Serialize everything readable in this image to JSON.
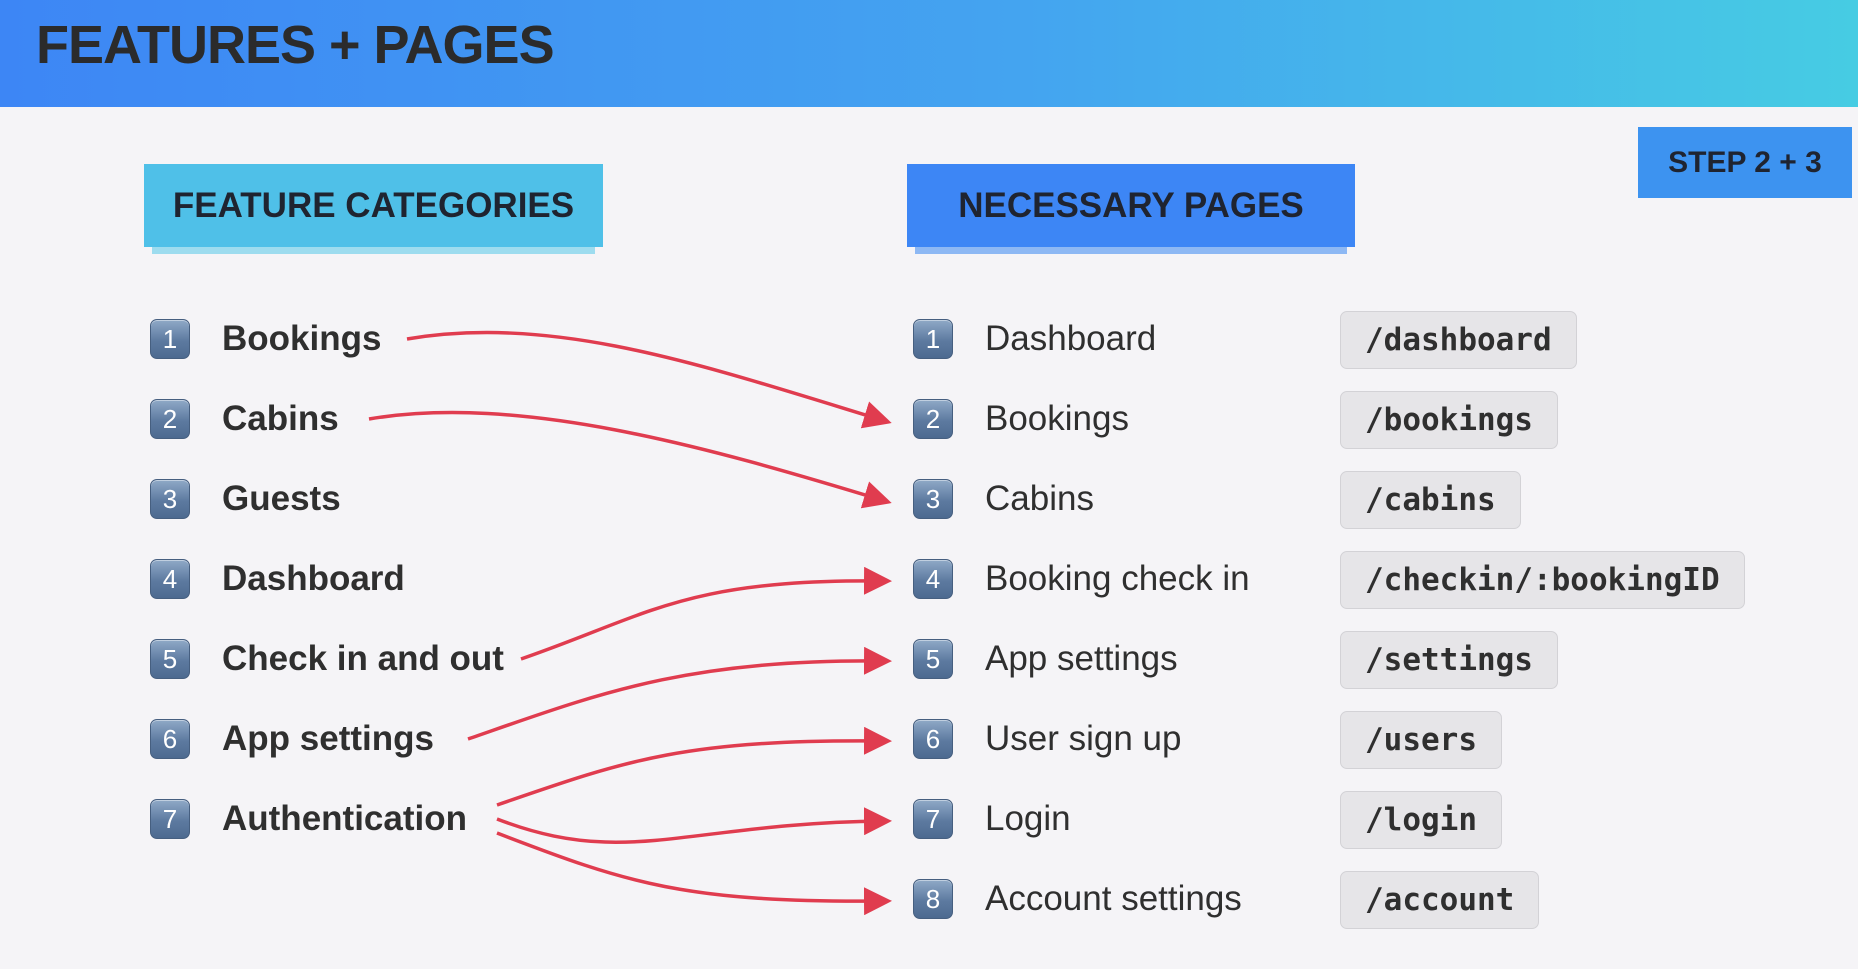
{
  "header": {
    "title": "FEATURES + PAGES"
  },
  "step_badge": "STEP 2 + 3",
  "feature_categories": {
    "title": "FEATURE CATEGORIES",
    "items": [
      {
        "number": "1",
        "label": "Bookings"
      },
      {
        "number": "2",
        "label": "Cabins"
      },
      {
        "number": "3",
        "label": "Guests"
      },
      {
        "number": "4",
        "label": "Dashboard"
      },
      {
        "number": "5",
        "label": "Check in and out"
      },
      {
        "number": "6",
        "label": "App settings"
      },
      {
        "number": "7",
        "label": "Authentication"
      }
    ]
  },
  "necessary_pages": {
    "title": "NECESSARY PAGES",
    "items": [
      {
        "number": "1",
        "label": "Dashboard",
        "route": "/dashboard"
      },
      {
        "number": "2",
        "label": "Bookings",
        "route": "/bookings"
      },
      {
        "number": "3",
        "label": "Cabins",
        "route": "/cabins"
      },
      {
        "number": "4",
        "label": "Booking check in",
        "route": "/checkin/:bookingID"
      },
      {
        "number": "5",
        "label": "App settings",
        "route": "/settings"
      },
      {
        "number": "6",
        "label": "User sign up",
        "route": "/users"
      },
      {
        "number": "7",
        "label": "Login",
        "route": "/login"
      },
      {
        "number": "8",
        "label": "Account settings",
        "route": "/account"
      }
    ]
  },
  "connections": [
    {
      "from": 1,
      "to": 2
    },
    {
      "from": 2,
      "to": 3
    },
    {
      "from": 5,
      "to": 4
    },
    {
      "from": 6,
      "to": 5
    },
    {
      "from": 7,
      "to": 6
    },
    {
      "from": 7,
      "to": 7
    },
    {
      "from": 7,
      "to": 8
    }
  ],
  "colors": {
    "arrow": "#e03c4f",
    "header_start": "#3d86f5",
    "header_end": "#46cce3",
    "feature_label_bg": "#4fc0e8",
    "pages_label_bg": "#3d86f5",
    "step_badge_bg": "#3d93f0"
  }
}
